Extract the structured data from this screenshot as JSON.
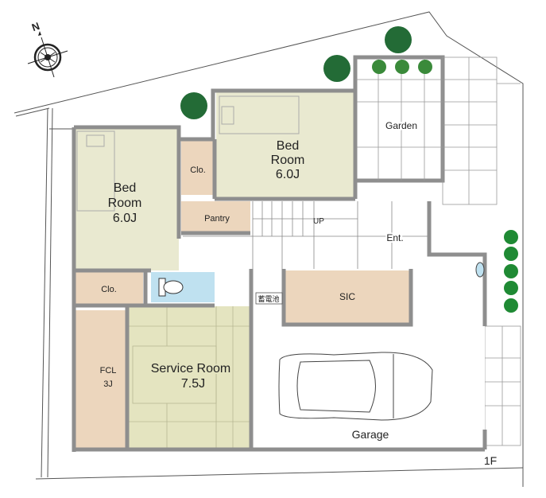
{
  "floor_label": "1F",
  "compass": {
    "north_label": "N"
  },
  "rooms": {
    "bed_room_west": {
      "line1": "Bed",
      "line2": "Room",
      "size": "6.0J"
    },
    "bed_room_north": {
      "line1": "Bed",
      "line2": "Room",
      "size": "6.0J"
    },
    "closet_upper": "Clo.",
    "pantry": "Pantry",
    "garden": "Garden",
    "stairs": "UP",
    "entrance": "Ent.",
    "closet_lower": "Clo.",
    "sic": "SIC",
    "storage_battery": "蓄電池",
    "fcl": {
      "line1": "FCL",
      "size": "3J"
    },
    "service_room": {
      "line1": "Service Room",
      "size": "7.5J"
    },
    "garage": "Garage"
  },
  "colors": {
    "wall": "#8e8e8e",
    "bedroom_floor": "#e9e9d0",
    "tatami": "#e4e4c0",
    "closet": "#ecd6bd",
    "water": "#bfe1f0",
    "tree": "#236b36",
    "shrub": "#1f8a34"
  }
}
